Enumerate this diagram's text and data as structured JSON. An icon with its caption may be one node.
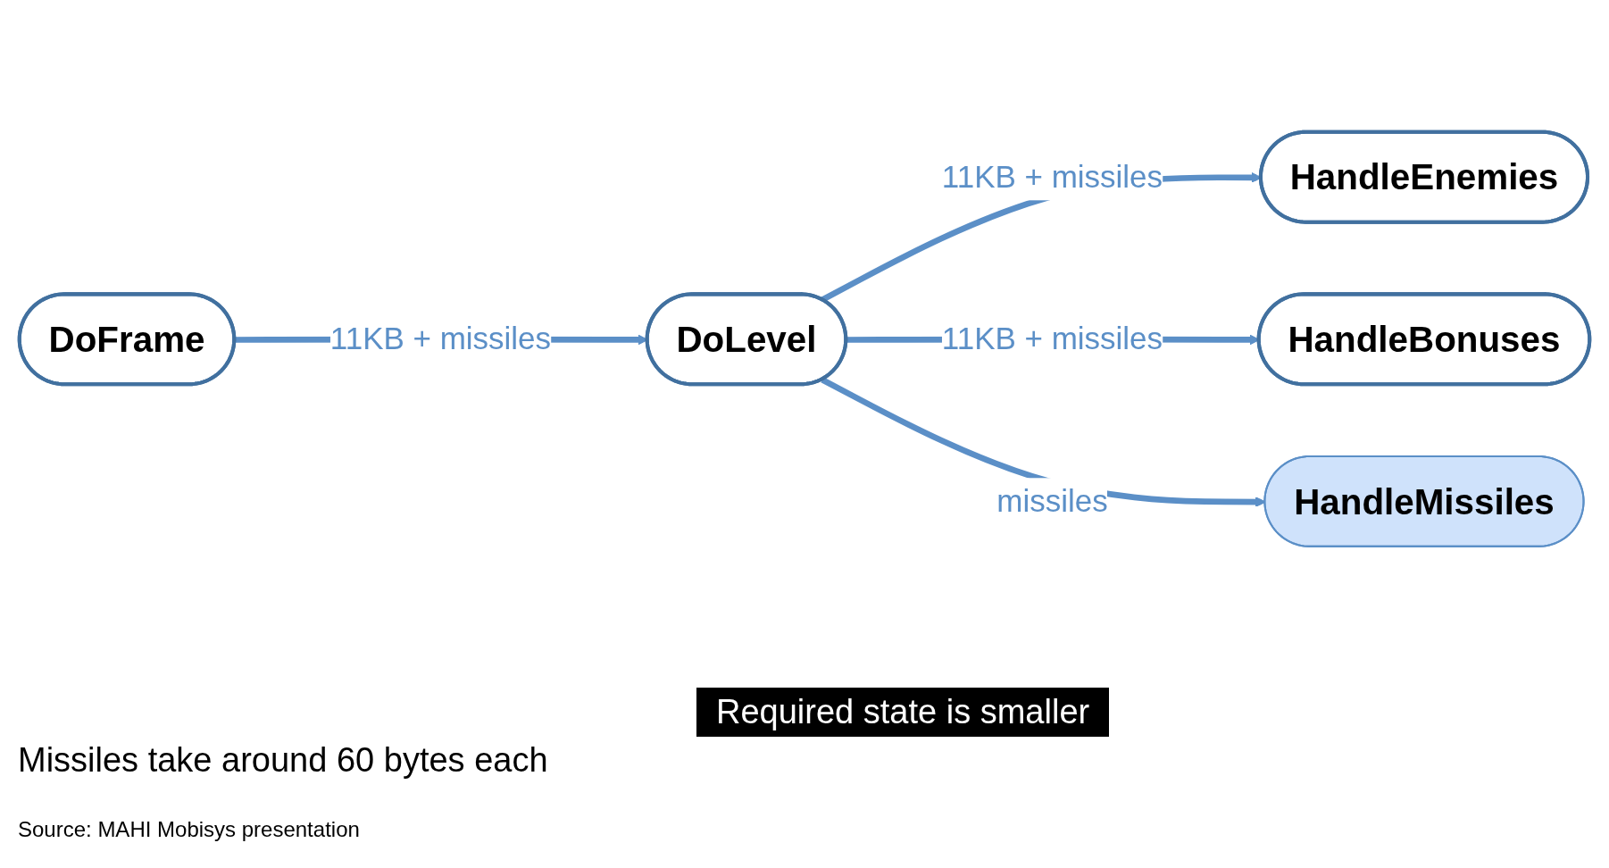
{
  "diagram": {
    "nodes": [
      {
        "text": [
          "DoFrame"
        ]
      },
      {
        "text": [
          "DoLevel"
        ]
      },
      {
        "text": [
          "HandleEnemies"
        ]
      },
      {
        "text": [
          "HandleBonuses"
        ]
      },
      {
        "text": [
          "HandleMissiles"
        ]
      }
    ],
    "edges": [
      {
        "from": 0,
        "to": 1,
        "arrow": "to",
        "label": "11KB + missiles"
      },
      {
        "from": 1,
        "to": 2,
        "arrow": "to",
        "label": "11KB + missiles"
      },
      {
        "from": 1,
        "to": 3,
        "arrow": "to",
        "label": "11KB + missiles"
      },
      {
        "from": 1,
        "to": 4,
        "arrow": "to",
        "label": "missiles"
      }
    ],
    "labels": [
      "Required state is smaller",
      "Missiles take around 60 bytes each",
      "Source: MAHI Mobisys presentation"
    ]
  }
}
